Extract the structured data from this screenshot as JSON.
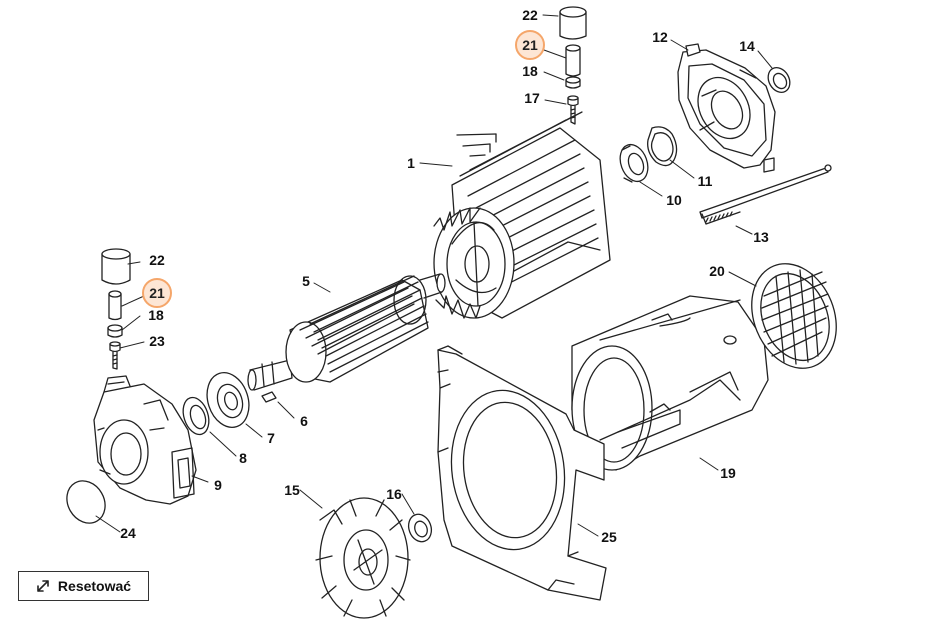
{
  "diagram": {
    "colors": {
      "line": "#222222",
      "highlight": "#f5a66a",
      "highlight_fill": "#fde6d5",
      "paper": "#ffffff"
    },
    "parts": {
      "p22a": "22",
      "p21a": "21",
      "p18a": "18",
      "p17": "17",
      "p12": "12",
      "p14": "14",
      "p1": "1",
      "p11": "11",
      "p10": "10",
      "p13": "13",
      "p5": "5",
      "p20": "20",
      "p22b": "22",
      "p21b": "21",
      "p18b": "18",
      "p23": "23",
      "p6": "6",
      "p7": "7",
      "p8": "8",
      "p9": "9",
      "p19": "19",
      "p15": "15",
      "p16": "16",
      "p25": "25",
      "p24": "24"
    }
  },
  "controls": {
    "reset_label": "Resetować",
    "reset_icon": "expand-arrows-icon"
  }
}
